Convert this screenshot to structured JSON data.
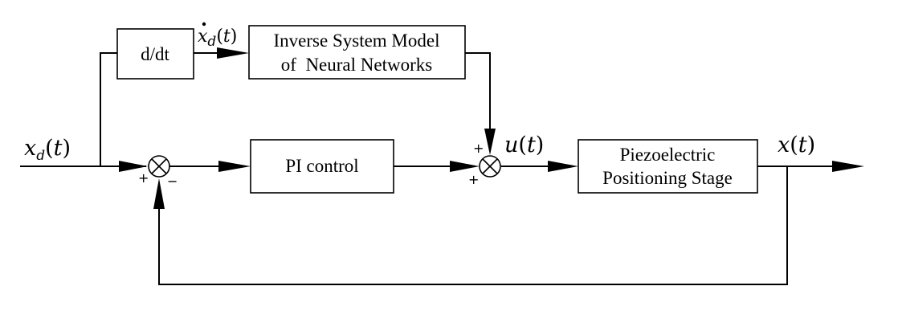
{
  "blocks": {
    "derivative": "d/dt",
    "inverse_model_line1": "Inverse System Model",
    "inverse_model_line2": "of  Neural Networks",
    "pi_control": "PI control",
    "stage_line1": "Piezoelectric",
    "stage_line2": "Positioning Stage"
  },
  "signals": {
    "input": "x_d(t)",
    "derivative_output": "ẋ_d(t)",
    "control": "u(t)",
    "output": "x(t)"
  },
  "junction1_signs": {
    "plus": "+",
    "minus": "−"
  },
  "junction2_signs": {
    "top": "+",
    "bottom": "+"
  }
}
